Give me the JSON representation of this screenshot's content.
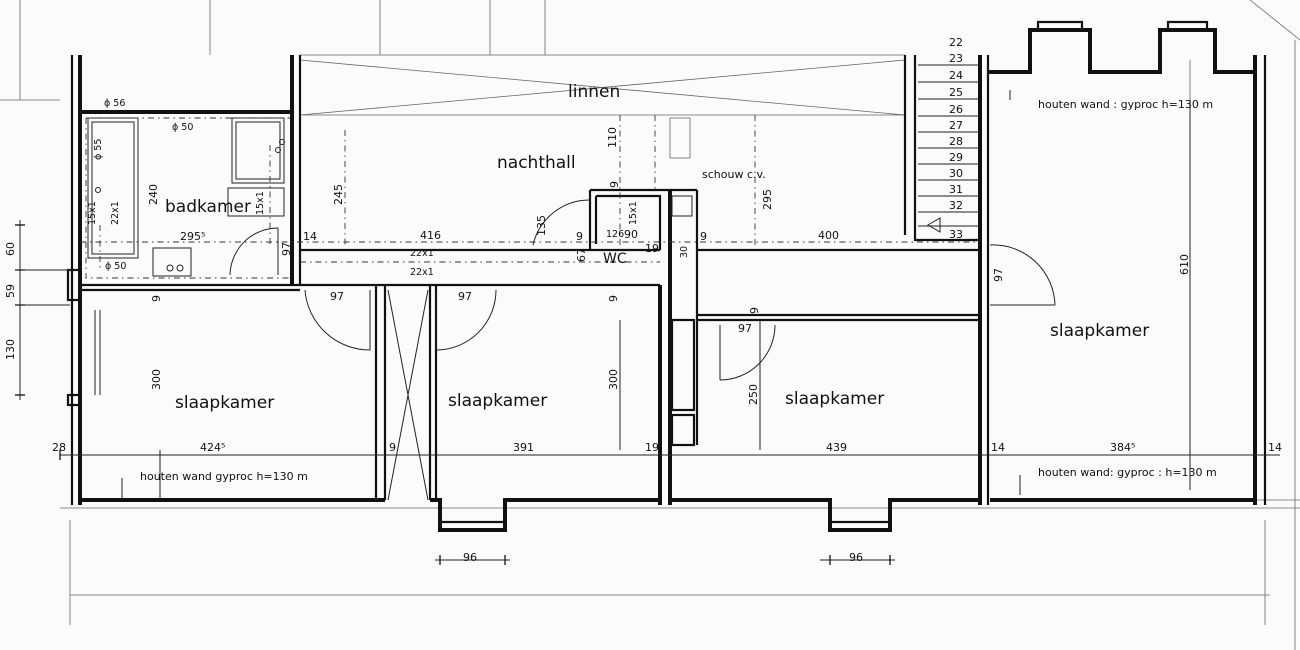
{
  "rooms": {
    "linnen": "linnen",
    "nachthall": "nachthall",
    "badkamer": "badkamer",
    "wc": "WC",
    "schouw": "schouw c.v.",
    "slaapkamer_1": "slaapkamer",
    "slaapkamer_2": "slaapkamer",
    "slaapkamer_3": "slaapkamer",
    "slaapkamer_4": "slaapkamer"
  },
  "notes": {
    "wall_top_right": "houten wand : gyproc h=130 m",
    "wall_bottom_left": "houten wand gyproc h=130 m",
    "wall_bottom_right": "houten wand: gyproc : h=130 m"
  },
  "stairs": [
    "22",
    "23",
    "24",
    "25",
    "26",
    "27",
    "28",
    "29",
    "30",
    "31",
    "32",
    "33"
  ],
  "dims": {
    "d_56": "ϕ 56",
    "d_50a": "ϕ 50",
    "d_50b": "ϕ 50",
    "d_55": "ϕ 55",
    "d_240": "240",
    "d_15x1a": "15x1",
    "d_22x1v": "22x1",
    "d_15x1b": "15x1",
    "d_2955": "295⁵",
    "d_97a": "97",
    "d_14a": "14",
    "d_245": "245",
    "d_416": "416",
    "d_22x1a": "22x1",
    "d_22x1b": "22x1",
    "d_110": "110",
    "d_135": "135",
    "d_9a": "9",
    "d_126": "126",
    "d_90": "90",
    "d_15x1c": "15x1",
    "d_67": "67",
    "d_19a": "19",
    "d_30": "30",
    "d_9b": "9",
    "d_9c": "9",
    "d_295": "295",
    "d_400": "400",
    "d_97b": "97",
    "d_610": "610",
    "d_9d": "9",
    "d_97c": "97",
    "d_97d": "97",
    "d_9e": "9",
    "d_9f": "9",
    "d_97e": "97",
    "d_300a": "300",
    "d_300b": "300",
    "d_250": "250",
    "d_60": "60",
    "d_59": "59",
    "d_130": "130",
    "d_28": "28",
    "d_4245": "424⁵",
    "d_9g": "9",
    "d_391": "391",
    "d_19b": "19",
    "d_439": "439",
    "d_14b": "14",
    "d_3845": "384⁵",
    "d_14c": "14",
    "d_96a": "96",
    "d_96b": "96"
  }
}
